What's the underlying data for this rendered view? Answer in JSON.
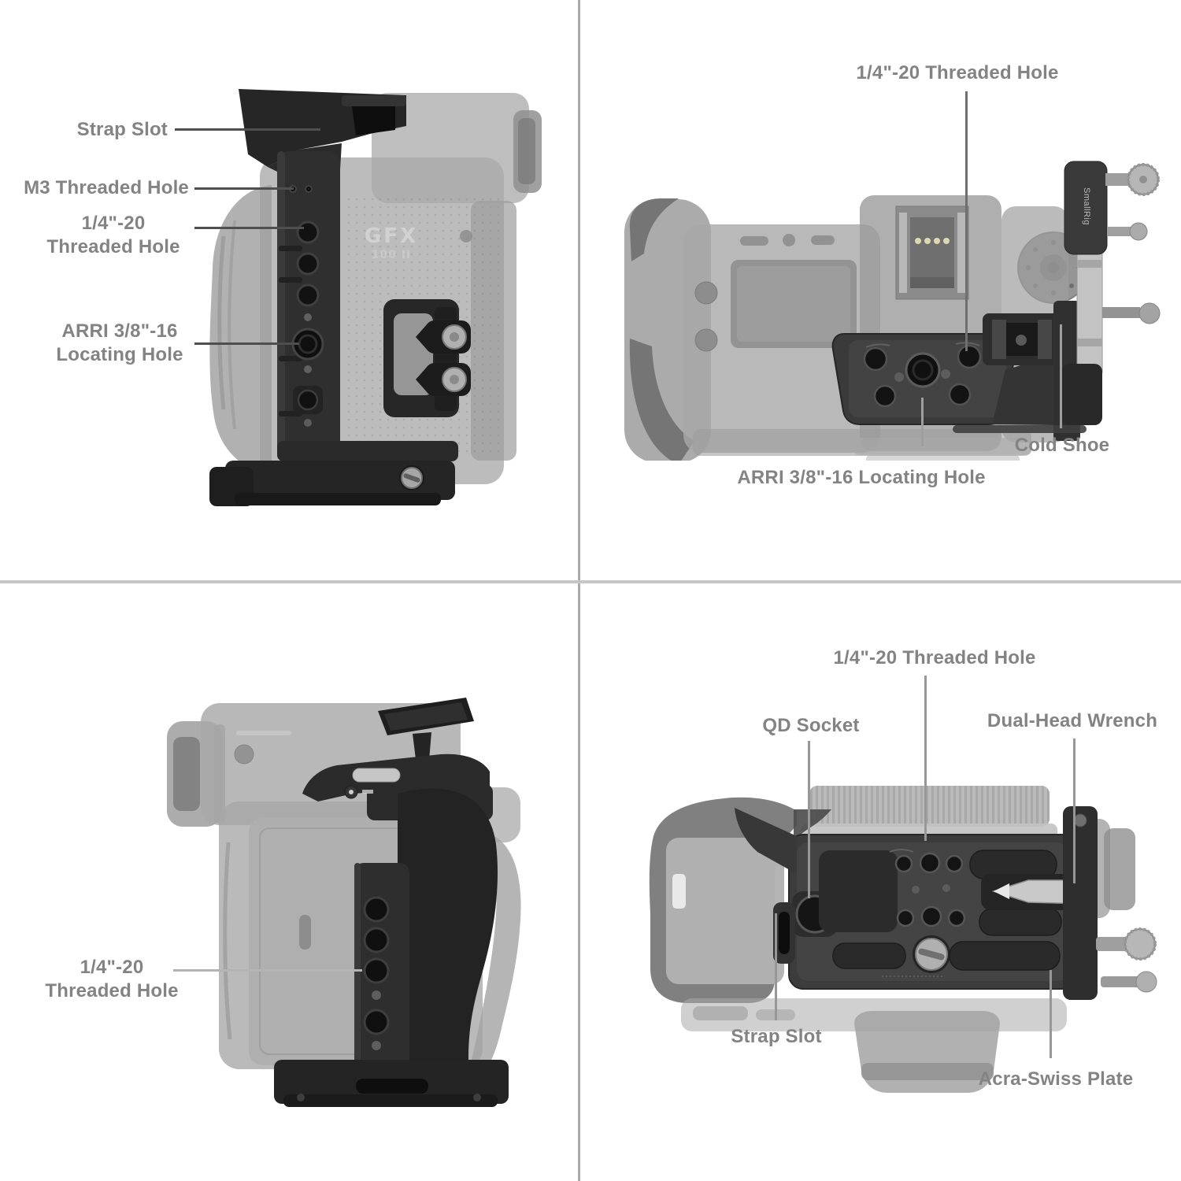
{
  "meta": {
    "background": "#ffffff",
    "divider_vertical_color": "#ababab",
    "divider_horizontal_color": "#c6c6c6",
    "label_color": "#838383",
    "leader_dark": "#4f4f4f",
    "leader_light": "#9e9e9e"
  },
  "product": {
    "camera_logo_top": "GFX",
    "camera_logo_bottom": "100 II",
    "cage_brand": "SmallRig"
  },
  "views": {
    "top_left": {
      "callouts": {
        "strap_slot": {
          "lines": [
            "Strap Slot"
          ]
        },
        "m3_threaded_hole": {
          "lines": [
            "M3 Threaded Hole"
          ]
        },
        "quarter_20_threaded_hole": {
          "lines": [
            "1/4\"-20",
            "Threaded Hole"
          ]
        },
        "arri_locating_hole": {
          "lines": [
            "ARRI 3/8\"-16",
            "Locating Hole"
          ]
        }
      }
    },
    "top_right": {
      "callouts": {
        "quarter_20_threaded_hole": {
          "lines": [
            "1/4\"-20 Threaded Hole"
          ]
        },
        "cold_shoe": {
          "lines": [
            "Cold Shoe"
          ]
        },
        "arri_locating_hole": {
          "lines": [
            "ARRI 3/8\"-16 Locating Hole"
          ]
        }
      }
    },
    "bottom_left": {
      "callouts": {
        "quarter_20_threaded_hole": {
          "lines": [
            "1/4\"-20",
            "Threaded Hole"
          ]
        }
      }
    },
    "bottom_right": {
      "callouts": {
        "quarter_20_threaded_hole": {
          "lines": [
            "1/4\"-20 Threaded Hole"
          ]
        },
        "qd_socket": {
          "lines": [
            "QD Socket"
          ]
        },
        "dual_head_wrench": {
          "lines": [
            "Dual-Head Wrench"
          ]
        },
        "strap_slot": {
          "lines": [
            "Strap Slot"
          ]
        },
        "acra_swiss_plate": {
          "lines": [
            "Acra-Swiss Plate"
          ]
        }
      }
    }
  }
}
